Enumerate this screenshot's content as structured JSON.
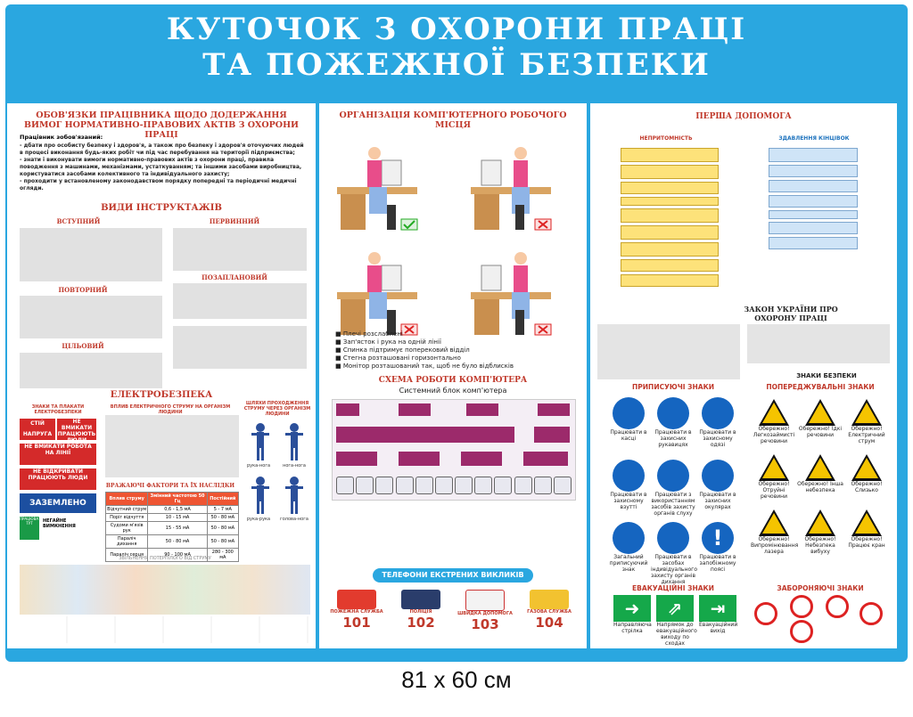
{
  "title": {
    "line1": "КУТОЧОК З ОХОРОНИ ПРАЦІ",
    "line2": "ТА ПОЖЕЖНОЇ БЕЗПЕКИ"
  },
  "left": {
    "duties_title": "ОБОВ'ЯЗКИ ПРАЦІВНИКА ЩОДО ДОДЕРЖАННЯ ВИМОГ НОРМАТИВНО-ПРАВОВИХ АКТІВ З ОХОРОНИ ПРАЦІ",
    "duties_intro": "Працівник зобов'язаний:",
    "duties": [
      "- дбати про особисту безпеку і здоров'я, а також про безпеку і здоров'я оточуючих людей в процесі виконання будь-яких робіт чи під час перебування на території підприємства;",
      "- знати і виконувати вимоги нормативно-правових актів з охорони праці, правила поводження з машинами, механізмами, устаткуванням; та іншими засобами виробництва, користуватися засобами колективного та індивідуального захисту;",
      "- проходити у встановленому законодавством порядку попередні та періодичні медичні огляди."
    ],
    "instr_title": "ВИДИ ІНСТРУКТАЖІВ",
    "instr": [
      "ВСТУПНИЙ",
      "ПЕРВИННИЙ",
      "ПОВТОРНИЙ",
      "ПОЗАПЛАНОВИЙ",
      "ЦІЛЬОВИЙ"
    ],
    "elec_title": "ЕЛЕКТРОБЕЗПЕКА",
    "elec_signs_title": "ЗНАКИ ТА ПЛАКАТИ ЕЛЕКТРОБЕЗПЕКИ",
    "elec_signs": [
      "СТІЙ НАПРУГА",
      "НЕ ВМИКАТИ ПРАЦЮЮТЬ ЛЮДИ",
      "НЕ ВМИКАТИ РОБОТА НА ЛІНІЇ",
      "НЕ ВІДКРИВАТИ ПРАЦЮЮТЬ ЛЮДИ",
      "ЗАЗЕМЛЕНО",
      "ПРАЦЮВАТИ ТУТ",
      "НЕГАЙНЕ ВИМКНЕННЯ"
    ],
    "current_effect": "ВПЛИВ ЕЛЕКТРИЧНОГО СТРУМУ НА ОРГАНІЗМ ЛЮДИНИ",
    "current_paths": "ШЛЯХИ ПРОХОДЖЕННЯ СТРУМУ ЧЕРЕЗ ОРГАНІЗМ ЛЮДИНИ",
    "factors_title": "ВРАЖАЮЧІ ФАКТОРИ ТА ЇХ НАСЛІДКИ",
    "tbl_head": [
      "Вплив струму",
      "Змінний частотою 50 Гц",
      "Постійний"
    ],
    "tbl_rows": [
      [
        "Відчутний струм",
        "0,6 - 1,5 мА",
        "5 - 7 мА"
      ],
      [
        "Поріг відчуття",
        "10 - 15 мА",
        "50 - 80 мА"
      ],
      [
        "Судоми м'язів рук",
        "15 - 55 мА",
        "50 - 80 мА"
      ],
      [
        "Параліч дихання",
        "50 - 80 мА",
        "50 - 80 мА"
      ],
      [
        "Параліч серця",
        "90 - 100 мА",
        "280 - 300 мА"
      ]
    ],
    "paths": [
      "рука-нога",
      "нога-нога",
      "рука-рука",
      "голова-нога"
    ],
    "release_title": "ЗВІЛЬНЕННЯ ПОТЕРПІЛОГО ВІД СТРУМУ"
  },
  "middle": {
    "workplace_title": "ОРГАНІЗАЦІЯ КОМП'ЮТЕРНОГО РОБОЧОГО МІСЦЯ",
    "bullets": [
      "Плечі розслаблені",
      "Зап'ясток і рука на одній лінії",
      "Спинка підтримує поперековий відділ",
      "Стегна розташовані горизонтально",
      "Монітор розташований так, щоб не було відблисків"
    ],
    "scheme_title": "СХЕМА РОБОТИ КОМП'ЮТЕРА",
    "scheme_sub": "Системний блок комп'ютера",
    "phones_title": "ТЕЛЕФОНИ ЕКСТРЕНИХ ВИКЛИКІВ",
    "services": [
      {
        "name": "ПОЖЕЖНА СЛУЖБА",
        "num": "101"
      },
      {
        "name": "ПОЛІЦІЯ",
        "num": "102"
      },
      {
        "name": "ШВИДКА ДОПОМОГА",
        "num": "103"
      },
      {
        "name": "ГАЗОВА СЛУЖБА",
        "num": "104"
      }
    ]
  },
  "right": {
    "first_aid_title": "ПЕРША ДОПОМОГА",
    "col1": "НЕПРИТОМНІСТЬ",
    "col2": "ЗДАВЛЕННЯ КІНЦІВОК",
    "law_title": "ЗАКОН УКРАЇНИ ПРО ОХОРОНУ ПРАЦІ",
    "signs_title": "ЗНАКИ БЕЗПЕКИ",
    "mandatory_title": "ПРИПИСУЮЧІ ЗНАКИ",
    "warning_title": "ПОПЕРЕДЖУВАЛЬНІ ЗНАКИ",
    "mandatory": [
      "Працювати в касці",
      "Працювати в захисних рукавицях",
      "Працювати в захисному одязі",
      "Працювати в захисному взутті",
      "Працювати з використанням засобів захисту органів слуху",
      "Працювати в захисних окулярах",
      "Загальний приписуючий знак",
      "Працювати в засобах індивідуального захисту органів дихання",
      "Працювати в запобіжному поясі"
    ],
    "warning": [
      "Обережно! Легкозаймисті речовини",
      "Обережно! Їдкі речовини",
      "Обережно! Електричний струм",
      "Обережно! Отруйні речовини",
      "Обережно! Інша небезпека",
      "Обережно! Слизько",
      "Обережно! Випромінювання лазера",
      "Обережно! Небезпека вибуху",
      "Обережно! Працює кран"
    ],
    "evac_title": "ЕВАКУАЦІЙНІ ЗНАКИ",
    "evac": [
      "Направляюча стрілка",
      "Напрямок до евакуаційного виходу по сходах",
      "Евакуаційний вихід"
    ],
    "forbid_title": "ЗАБОРОНЯЮЧІ ЗНАКИ"
  },
  "footer": "81 x 60 см"
}
